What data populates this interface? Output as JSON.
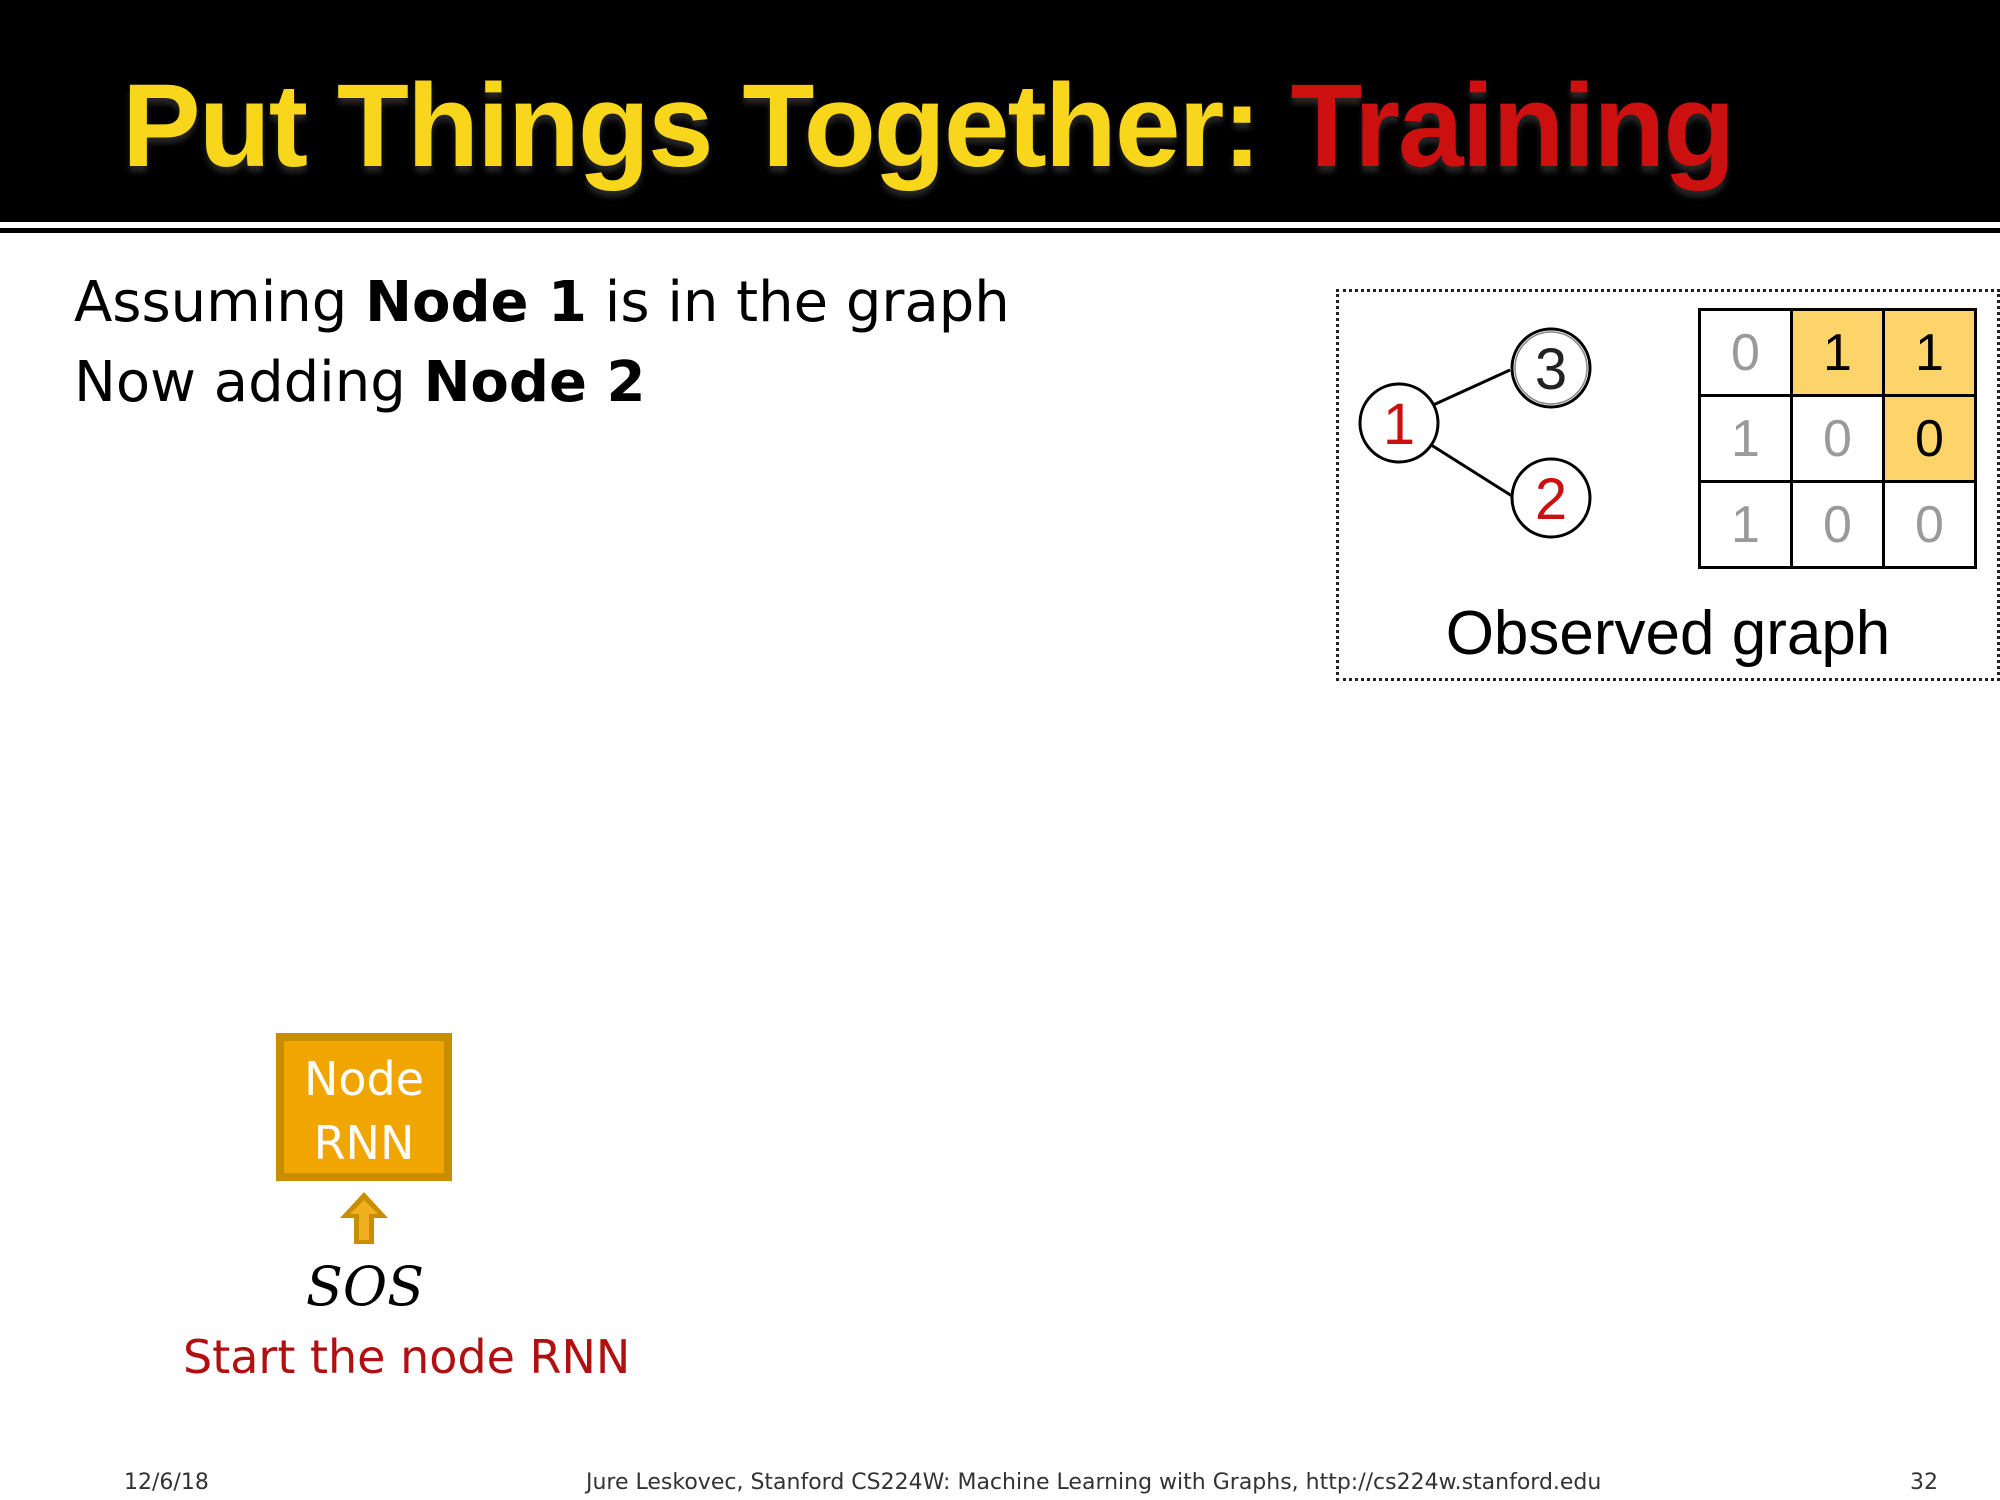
{
  "slide": {
    "title_part1": "Put Things Together:",
    "title_part2": "Training",
    "line1": {
      "pre": "Assuming ",
      "bold": "Node 1",
      "post": " is in the graph"
    },
    "line2": {
      "pre": "Now adding ",
      "bold": "Node 2"
    }
  },
  "observed_graph": {
    "nodes": [
      {
        "label": "1",
        "color": "#cc1010"
      },
      {
        "label": "2",
        "color": "#cc1010"
      },
      {
        "label": "3",
        "color": "#222222"
      }
    ],
    "edges": [
      [
        "1",
        "3"
      ],
      [
        "1",
        "2"
      ]
    ],
    "matrix": [
      [
        {
          "v": "0",
          "highlight": false
        },
        {
          "v": "1",
          "highlight": true
        },
        {
          "v": "1",
          "highlight": true
        }
      ],
      [
        {
          "v": "1",
          "highlight": false
        },
        {
          "v": "0",
          "highlight": false
        },
        {
          "v": "0",
          "highlight": true
        }
      ],
      [
        {
          "v": "1",
          "highlight": false
        },
        {
          "v": "0",
          "highlight": false
        },
        {
          "v": "0",
          "highlight": false
        }
      ]
    ],
    "caption": "Observed graph",
    "highlight_color": "#fdd46a"
  },
  "rnn": {
    "line1": "Node",
    "line2": "RNN",
    "box_color": "#f0a500",
    "input": "SOS",
    "caption": "Start the node RNN"
  },
  "footer": {
    "date": "12/6/18",
    "credit": "Jure Leskovec, Stanford CS224W: Machine Learning with Graphs, http://cs224w.stanford.edu",
    "page": "32"
  }
}
